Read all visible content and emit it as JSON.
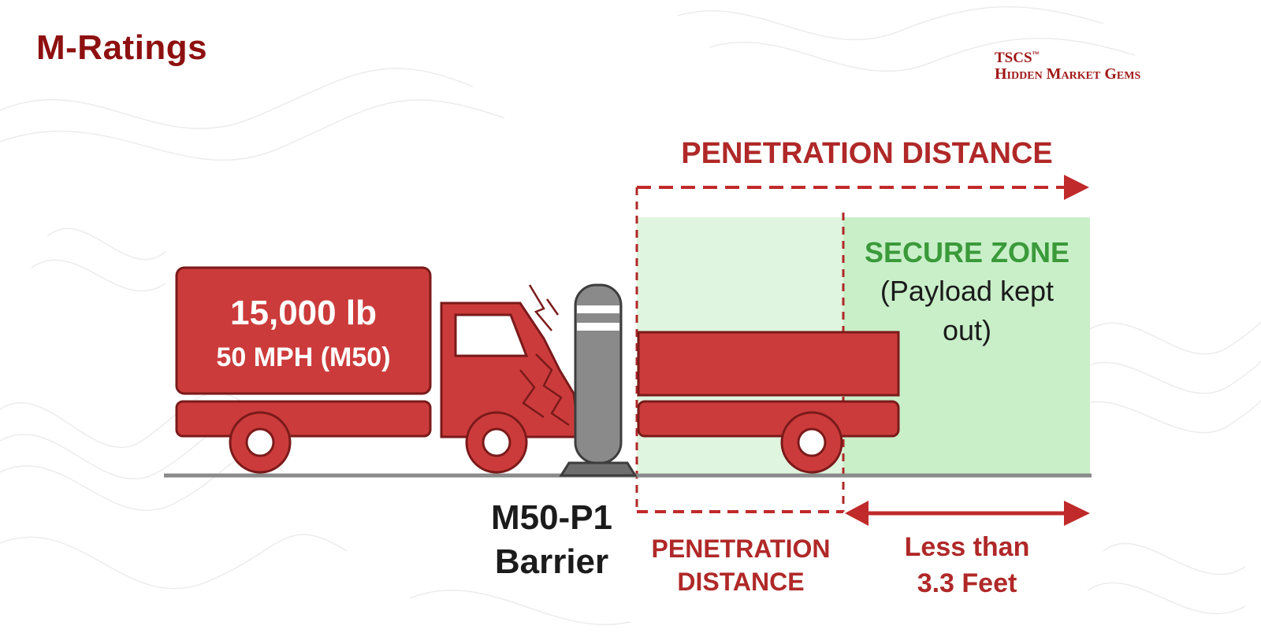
{
  "slide": {
    "title": "M-Ratings",
    "brand_line1": "TSCS",
    "brand_mark": "™",
    "brand_line2": "Hidden Market Gems"
  },
  "diagram": {
    "top_label": "PENETRATION DISTANCE",
    "truck_weight": "15,000 lb",
    "truck_speed": "50 MPH (M50)",
    "secure_zone_title": "SECURE ZONE",
    "secure_zone_line1": "(Payload kept",
    "secure_zone_line2": "out)",
    "barrier_line1": "M50-P1",
    "barrier_line2": "Barrier",
    "bottom_label_line1": "PENETRATION",
    "bottom_label_line2": "DISTANCE",
    "limit_line1": "Less than",
    "limit_line2": "3.3 Feet"
  },
  "colors": {
    "truck_red": "#cc3b3b",
    "truck_outline": "#7a1a1a",
    "title_red": "#8e1010",
    "zone_green": "#d6f2d6",
    "zone_text_green": "#3a9a3a",
    "arrow_red": "#c02a2a",
    "barrier_grey": "#8a8a8a"
  }
}
